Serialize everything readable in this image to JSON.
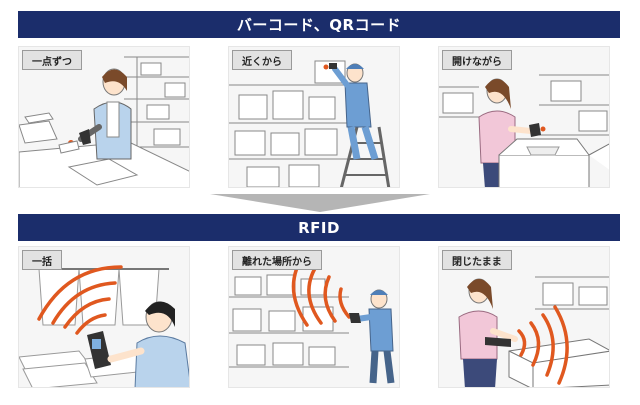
{
  "banners": {
    "top": "バーコード、QRコード",
    "bottom": "RFID"
  },
  "panels": [
    {
      "label": "一点ずつ"
    },
    {
      "label": "近くから"
    },
    {
      "label": "開けながら"
    },
    {
      "label": "一括"
    },
    {
      "label": "離れた場所から"
    },
    {
      "label": "閉じたまま"
    }
  ],
  "colors": {
    "banner_bg": "#1b2d6b",
    "radio_wave": "#e0581f",
    "shirt_blue": "#b9d3ec",
    "shirt_pink": "#f2c7d8",
    "worker_blue": "#6d9ed3"
  }
}
